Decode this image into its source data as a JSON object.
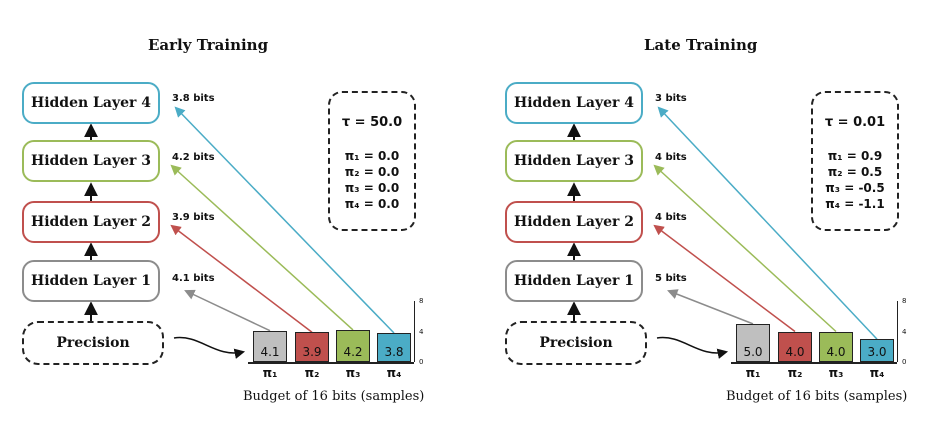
{
  "panels": [
    {
      "title": "Early Training",
      "layers": [
        {
          "label": "Hidden Layer 4",
          "color": "#4bacc6",
          "bits": "3.8 bits"
        },
        {
          "label": "Hidden Layer 3",
          "color": "#9bbb59",
          "bits": "4.2 bits"
        },
        {
          "label": "Hidden Layer 2",
          "color": "#c0504d",
          "bits": "3.9 bits"
        },
        {
          "label": "Hidden Layer 1",
          "color": "#8c8c8c",
          "bits": "4.1 bits"
        }
      ],
      "precision_label": "Precision",
      "params": {
        "tau": "τ = 50.0",
        "pis": [
          "π₁ = 0.0",
          "π₂ = 0.0",
          "π₃ = 0.0",
          "π₄ = 0.0"
        ]
      },
      "bars": [
        {
          "value": 4.1,
          "label": "4.1",
          "name": "π₁",
          "color": "#bfbfbf"
        },
        {
          "value": 3.9,
          "label": "3.9",
          "name": "π₂",
          "color": "#c0504d"
        },
        {
          "value": 4.2,
          "label": "4.2",
          "name": "π₃",
          "color": "#9bbb59"
        },
        {
          "value": 3.8,
          "label": "3.8",
          "name": "π₄",
          "color": "#4bacc6"
        }
      ],
      "axis_ticks": [
        "8",
        "4",
        "0"
      ],
      "budget": "Budget of 16 bits (samples)"
    },
    {
      "title": "Late Training",
      "layers": [
        {
          "label": "Hidden Layer 4",
          "color": "#4bacc6",
          "bits": "3 bits"
        },
        {
          "label": "Hidden Layer 3",
          "color": "#9bbb59",
          "bits": "4 bits"
        },
        {
          "label": "Hidden Layer 2",
          "color": "#c0504d",
          "bits": "4 bits"
        },
        {
          "label": "Hidden Layer 1",
          "color": "#8c8c8c",
          "bits": "5 bits"
        }
      ],
      "precision_label": "Precision",
      "params": {
        "tau": "τ = 0.01",
        "pis": [
          "π₁ = 0.9",
          "π₂ = 0.5",
          "π₃ = -0.5",
          "π₄ = -1.1"
        ]
      },
      "bars": [
        {
          "value": 5.0,
          "label": "5.0",
          "name": "π₁",
          "color": "#bfbfbf"
        },
        {
          "value": 4.0,
          "label": "4.0",
          "name": "π₂",
          "color": "#c0504d"
        },
        {
          "value": 4.0,
          "label": "4.0",
          "name": "π₃",
          "color": "#9bbb59"
        },
        {
          "value": 3.0,
          "label": "3.0",
          "name": "π₄",
          "color": "#4bacc6"
        }
      ],
      "axis_ticks": [
        "8",
        "4",
        "0"
      ],
      "budget": "Budget of 16 bits (samples)"
    }
  ]
}
